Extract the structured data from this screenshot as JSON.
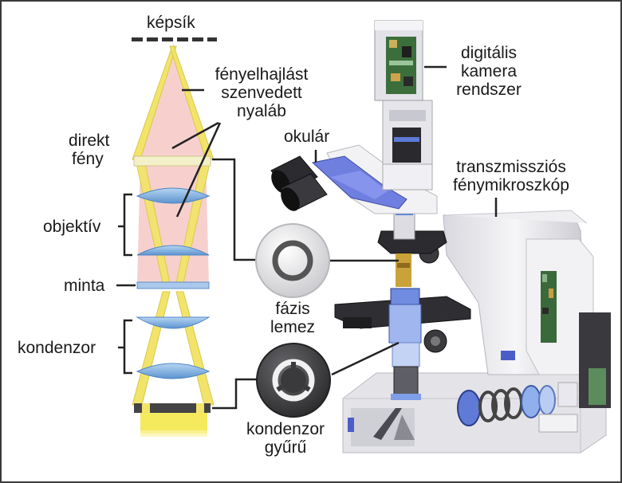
{
  "labels": {
    "image_plane": "képsík",
    "diffracted_beam": [
      "fényelhajlást",
      "szenvedett",
      "nyaláb"
    ],
    "direct_light": [
      "direkt",
      "fény"
    ],
    "objective": "objektív",
    "specimen": "minta",
    "condenser": "kondenzor",
    "phase_plate": [
      "fázis",
      "lemez"
    ],
    "condenser_ring": [
      "kondenzor",
      "gyűrű"
    ],
    "eyepiece": "okulár",
    "camera": [
      "digitális",
      "kamera",
      "rendszer"
    ],
    "microscope": [
      "transzmissziós",
      "fénymikroszkóp"
    ]
  },
  "colors": {
    "beam_yellow": "#f2e36a",
    "cone_pink": "#f6c8c4",
    "lens_blue": "#86b8e6",
    "microscope_white": "#e8e8ec",
    "accent_blue": "#5b6fd6",
    "dark_gray": "#3a3a3e"
  }
}
